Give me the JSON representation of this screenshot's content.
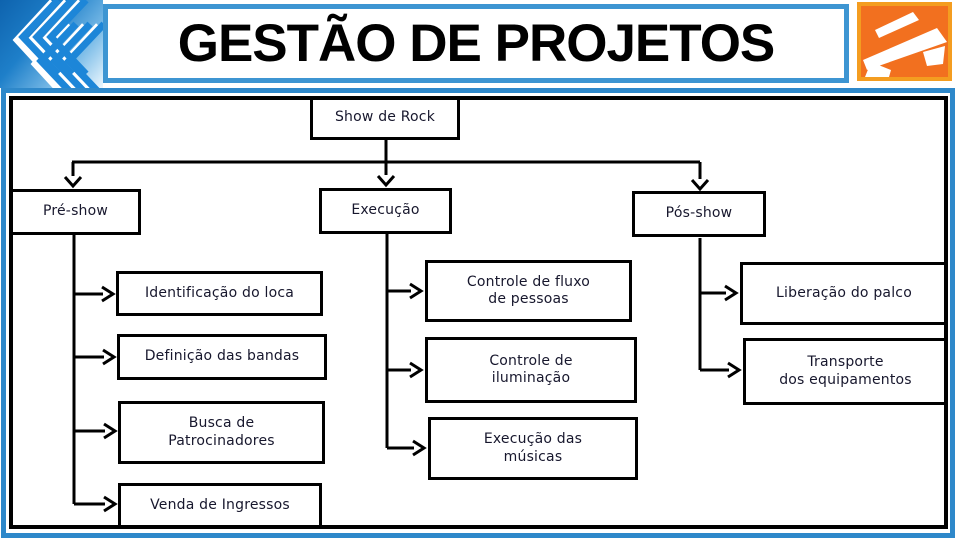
{
  "header": {
    "title": "GESTÃO DE PROJETOS"
  },
  "logos": {
    "left_icon": "triple-chevron-left-logo",
    "right_icon": "orange-abstract-a-logo"
  },
  "colors": {
    "accent_blue": "#2e88ca",
    "title_border_blue": "#3d95d2",
    "logo_orange": "#f2701f",
    "logo_orange_border": "#f49d20",
    "line_black": "#000000"
  },
  "diagram": {
    "type": "wbs-tree",
    "root": {
      "label": "Show de Rock"
    },
    "branches": [
      {
        "label": "Pré-show",
        "children": [
          "Identificação do loca",
          "Definição das bandas",
          "Busca de\nPatrocinadores",
          "Venda de Ingressos"
        ]
      },
      {
        "label": "Execução",
        "children": [
          "Controle de fluxo\nde pessoas",
          "Controle de\niluminação",
          "Execução das\nmúsicas"
        ]
      },
      {
        "label": "Pós-show",
        "children": [
          "Liberação do palco",
          "Transporte\ndos equipamentos"
        ]
      }
    ]
  }
}
